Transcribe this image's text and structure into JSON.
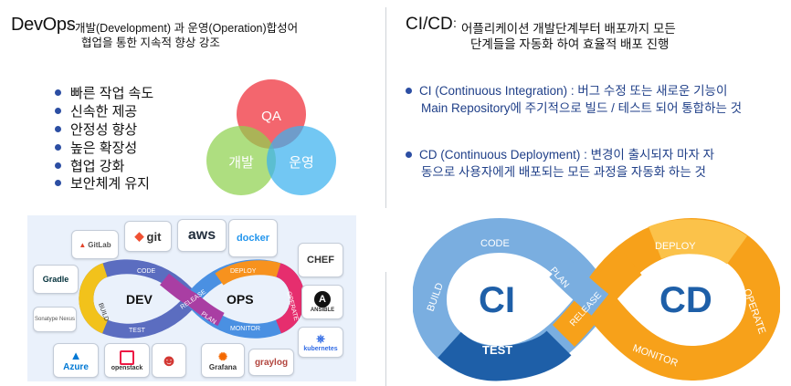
{
  "left": {
    "title": "DevOps",
    "colon": ":",
    "desc_line1": "개발(Development) 과 운영(Operation)합성어",
    "desc_line2": "협업을 통한 지속적 향상 강조",
    "benefits": [
      "빠른 작업 속도",
      "신속한 제공",
      "안정성 향상",
      "높은 확장성",
      "협업 강화",
      "보안체계 유지"
    ],
    "venn": {
      "top": "QA",
      "left": "개발",
      "right": "운영"
    },
    "infinity": {
      "left_label": "DEV",
      "right_label": "OPS",
      "segments": [
        "CODE",
        "BUILD",
        "TEST",
        "RELEASE",
        "PLAN",
        "DEPLOY",
        "OPERATE",
        "MONITOR"
      ]
    },
    "tools": {
      "gitlab": "GitLab",
      "git": "git",
      "aws": "aws",
      "docker": "docker",
      "chef": "CHEF",
      "gradle": "Gradle",
      "sonatype": "Sonatype Nexus",
      "ansible": "ANSIBLE",
      "kubernetes": "kubernetes",
      "azure": "Azure",
      "openstack": "openstack",
      "grafana": "Grafana",
      "graylog": "graylog"
    }
  },
  "right": {
    "title": "CI/CD",
    "colon": ":",
    "desc_line1": "어플리케이션 개발단계부터 배포까지 모든",
    "desc_line2": "단계들을 자동화 하여 효율적 배포 진행",
    "ci_line1": "CI (Continuous Integration) : 버그 수정 또는 새로운 기능이",
    "ci_line2": "Main Repository에 주기적으로 빌드 / 테스트 되어 통합하는 것",
    "cd_line1": "CD (Continuous Deployment) : 변경이 출시되자 마자 자",
    "cd_line2": "동으로 사용자에게 배포되는 모든 과정을 자동화 하는 것",
    "diagram": {
      "ci": "CI",
      "cd": "CD",
      "left_segments": [
        "CODE",
        "BUILD",
        "TEST"
      ],
      "middle_segments": [
        "PLAN",
        "RELEASE"
      ],
      "right_segments": [
        "DEPLOY",
        "OPERATE",
        "MONITOR"
      ]
    }
  },
  "colors": {
    "bullet": "#2c4ea3",
    "venn_top": "#f0444e",
    "venn_left": "#8fd14f",
    "venn_right": "#3bb2ef",
    "ci_blue_dark": "#1e5fa8",
    "ci_blue_light": "#7aaee0",
    "cd_orange": "#f7a11a",
    "cd_orange_light": "#fbc24a"
  }
}
